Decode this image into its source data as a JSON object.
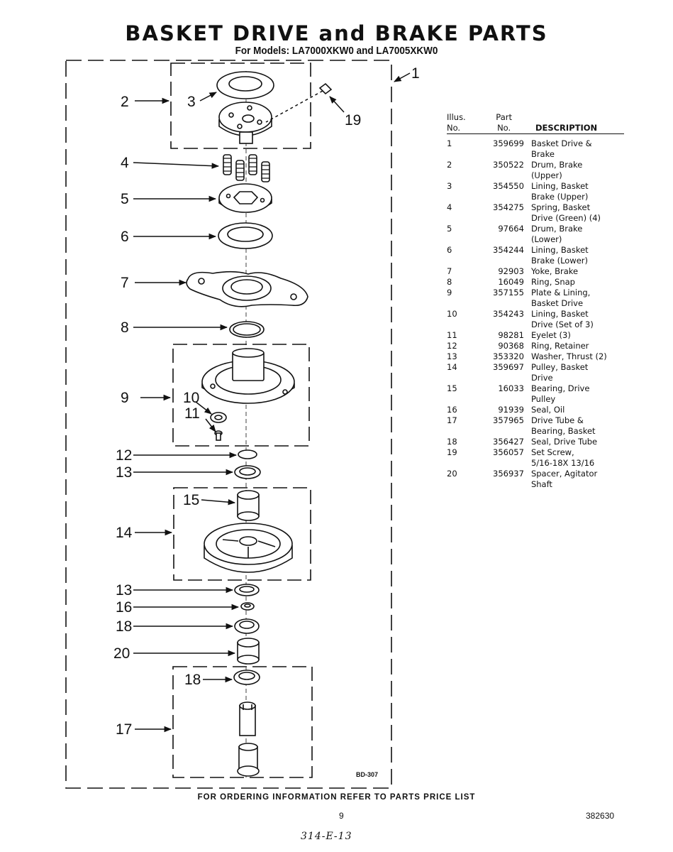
{
  "header": {
    "title": "BASKET DRIVE and BRAKE PARTS",
    "subtitle": "For Models: LA7000XKW0  and LA7005XKW0"
  },
  "diagram": {
    "callouts": [
      "1",
      "2",
      "3",
      "4",
      "5",
      "6",
      "7",
      "8",
      "9",
      "10",
      "11",
      "12",
      "13",
      "13",
      "14",
      "15",
      "16",
      "17",
      "18",
      "18",
      "19",
      "20"
    ],
    "code": "BD-307"
  },
  "parts_list": {
    "headers": {
      "illus_top": "Illus.",
      "illus_bottom": "No.",
      "part_top": "Part",
      "part_bottom": "No.",
      "description": "DESCRIPTION"
    },
    "rows": [
      {
        "illus": "1",
        "part": "359699",
        "lines": [
          "Basket Drive &",
          "Brake"
        ]
      },
      {
        "illus": "2",
        "part": "350522",
        "lines": [
          "Drum, Brake",
          "(Upper)"
        ]
      },
      {
        "illus": "3",
        "part": "354550",
        "lines": [
          "Lining, Basket",
          "Brake (Upper)"
        ]
      },
      {
        "illus": "4",
        "part": "354275",
        "lines": [
          "Spring, Basket",
          "Drive (Green) (4)"
        ]
      },
      {
        "illus": "5",
        "part": "97664",
        "lines": [
          "Drum, Brake",
          "(Lower)"
        ]
      },
      {
        "illus": "6",
        "part": "354244",
        "lines": [
          "Lining, Basket",
          "Brake (Lower)"
        ]
      },
      {
        "illus": "7",
        "part": "92903",
        "lines": [
          "Yoke, Brake"
        ]
      },
      {
        "illus": "8",
        "part": "16049",
        "lines": [
          "Ring, Snap"
        ]
      },
      {
        "illus": "9",
        "part": "357155",
        "lines": [
          "Plate & Lining,",
          "Basket Drive"
        ]
      },
      {
        "illus": "10",
        "part": "354243",
        "lines": [
          "Lining, Basket",
          "Drive (Set of 3)"
        ]
      },
      {
        "illus": "11",
        "part": "98281",
        "lines": [
          "Eyelet (3)"
        ]
      },
      {
        "illus": "12",
        "part": "90368",
        "lines": [
          "Ring, Retainer"
        ]
      },
      {
        "illus": "13",
        "part": "353320",
        "lines": [
          "Washer, Thrust (2)"
        ]
      },
      {
        "illus": "14",
        "part": "359697",
        "lines": [
          "Pulley, Basket",
          "Drive"
        ]
      },
      {
        "illus": "15",
        "part": "16033",
        "lines": [
          "Bearing, Drive",
          "Pulley"
        ]
      },
      {
        "illus": "16",
        "part": "91939",
        "lines": [
          "Seal, Oil"
        ]
      },
      {
        "illus": "17",
        "part": "357965",
        "lines": [
          "Drive Tube &",
          "Bearing, Basket"
        ]
      },
      {
        "illus": "18",
        "part": "356427",
        "lines": [
          "Seal, Drive Tube"
        ]
      },
      {
        "illus": "19",
        "part": "356057",
        "lines": [
          "Set Screw,",
          "5/16-18X 13/16"
        ]
      },
      {
        "illus": "20",
        "part": "356937",
        "lines": [
          "Spacer, Agitator",
          "Shaft"
        ]
      }
    ]
  },
  "footer": {
    "note": "FOR ORDERING INFORMATION REFER TO PARTS PRICE LIST",
    "page": "9",
    "doc": "382630",
    "handwritten": "314-E-13"
  }
}
